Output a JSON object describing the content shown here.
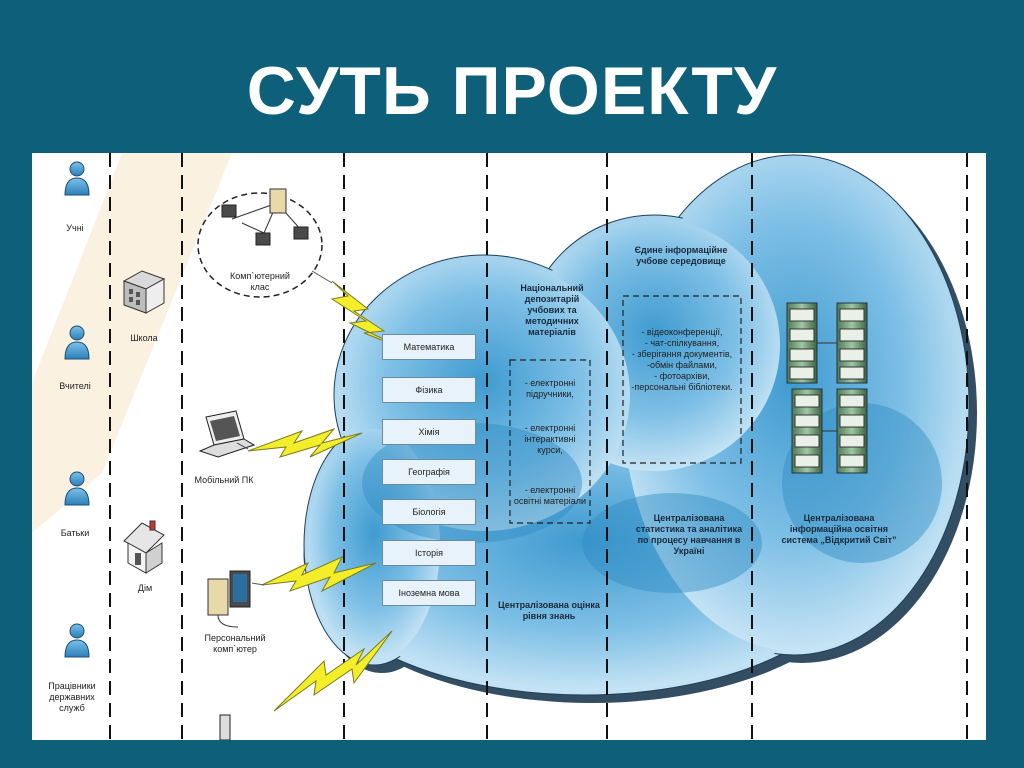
{
  "title": "СУТЬ ПРОЕКТУ",
  "users": [
    {
      "label": "Учні"
    },
    {
      "label": "Вчителі"
    },
    {
      "label": "Батьки"
    },
    {
      "label": "Працівники державних служб"
    }
  ],
  "places": [
    {
      "label": "Школа"
    },
    {
      "label": "Дім"
    }
  ],
  "devices": [
    {
      "label": "Комп`ютерний клас"
    },
    {
      "label": "Мобільний ПК"
    },
    {
      "label": "Персональний комп`ютер"
    }
  ],
  "subjects": [
    "Математика",
    "Фізика",
    "Хімія",
    "Географія",
    "Біологія",
    "Історія",
    "Іноземна мова"
  ],
  "depository": {
    "title": "Національний депозитарій учбових та методичних матеріалів",
    "items": [
      "- електронні підручники,",
      "- електронні інтерактивні курси,",
      "- електронні освітні матеріали"
    ]
  },
  "environment": {
    "title": "Єдине інформаційне учбове середовище",
    "items": [
      "- відеоконференції,",
      "- чат-спілкування,",
      "- зберігання документів,",
      "-обмін файлами,",
      "- фотоархіви,",
      "-персональні бібліотеки."
    ]
  },
  "assessment": "Централізована оцінка рівня знань",
  "analytics": "Централізована статистика та аналітика по процесу навчання в Україні",
  "system": "Централізована інформаційна освітня система „Відкритий Світ”"
}
